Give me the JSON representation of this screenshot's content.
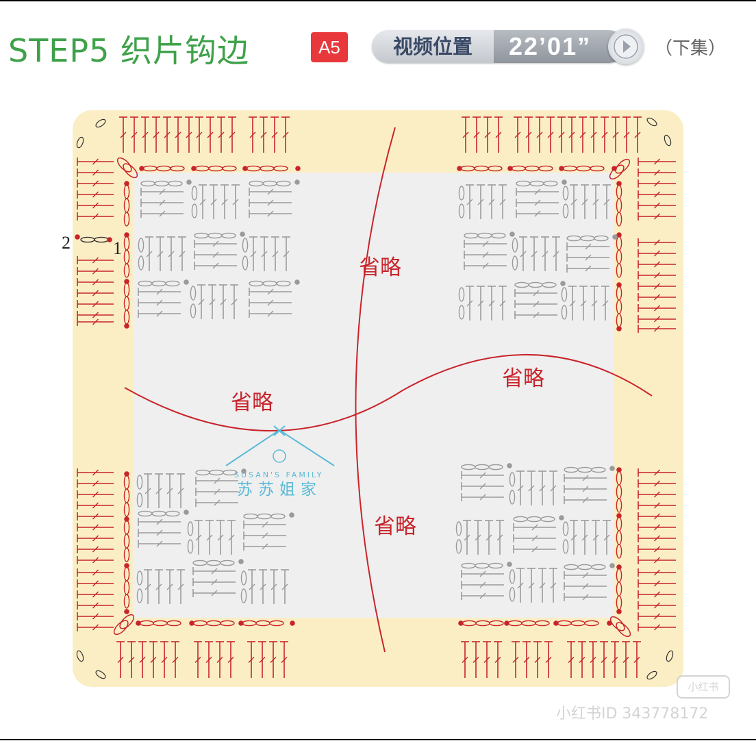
{
  "header": {
    "title": "STEP5  织片钩边",
    "badge": "A5",
    "video_label": "视频位置",
    "video_time": "22’01”",
    "part_label": "（下集）"
  },
  "diagram": {
    "omitted_label": "省略",
    "row_markers": [
      "1",
      "2"
    ],
    "colors": {
      "border_fill": "#fbeec5",
      "center_fill": "#efefef",
      "red_stitch": "#c8242b",
      "gray_stitch": "#9a9a9a",
      "divider": "#c8242b"
    }
  },
  "watermark": {
    "brand_en": "SUSAN'S FAMILY",
    "brand_cn": "苏苏姐家",
    "app_logo": "小红书",
    "app_id": "小红书ID 343778172"
  }
}
